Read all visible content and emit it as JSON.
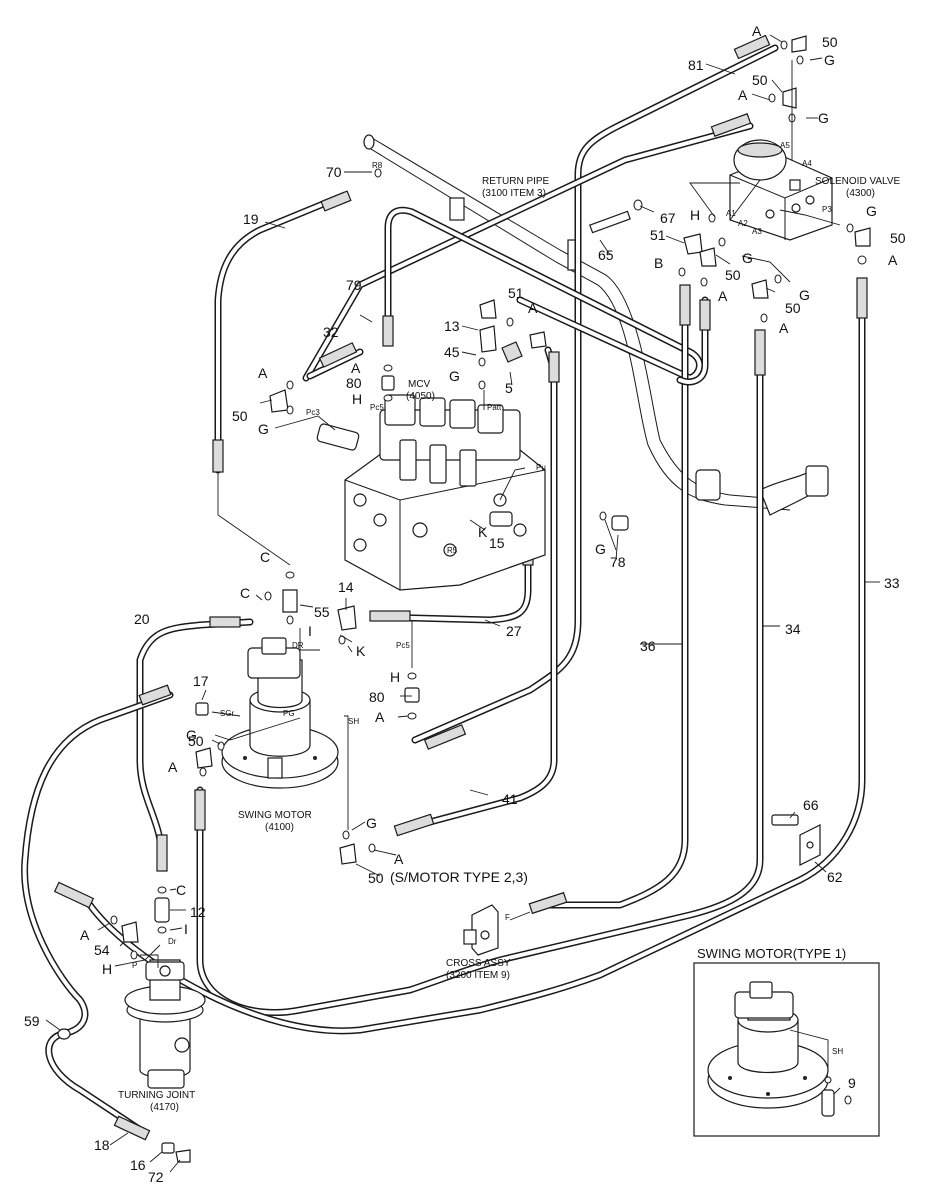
{
  "numbers": {
    "n50a": "50",
    "n81": "81",
    "n50b": "50",
    "n70": "70",
    "n19": "19",
    "n67": "67",
    "n51a": "51",
    "n50c": "50",
    "n65": "65",
    "n50d": "50",
    "n79": "79",
    "n51b": "51",
    "n32": "32",
    "n13": "13",
    "n45": "45",
    "n5": "5",
    "n80a": "80",
    "n50e": "50",
    "n15": "15",
    "n78": "78",
    "n14": "14",
    "n55": "55",
    "n20": "20",
    "n27": "27",
    "n36": "36",
    "n34": "34",
    "n33": "33",
    "n17": "17",
    "n80b": "80",
    "n50f": "50",
    "n41": "41",
    "n66": "66",
    "n62": "62",
    "n50g": "50",
    "n12": "12",
    "n54": "54",
    "n59": "59",
    "n18": "18",
    "n16": "16",
    "n72": "72",
    "n9": "9"
  },
  "letters": {
    "A1": "A",
    "G1": "G",
    "A2": "A",
    "G2": "G",
    "H1": "H",
    "G3": "G",
    "A3": "A",
    "B1": "B",
    "A4": "A",
    "G4": "G",
    "A5": "A",
    "A6": "A",
    "A7": "A",
    "H2": "H",
    "G5": "G",
    "A8": "A",
    "G6": "G",
    "C1": "C",
    "C2": "C",
    "I1": "I",
    "K1": "K",
    "G7": "G",
    "H3": "H",
    "A9": "A",
    "G8": "G",
    "A10": "A",
    "A11": "A",
    "C3": "C",
    "I2": "I",
    "H4": "H",
    "G9": "G",
    "A12": "A",
    "K2": "K"
  },
  "ports": {
    "r8": "R8",
    "a5": "A5",
    "a4": "A4",
    "a1": "A1",
    "a2": "A2",
    "a3": "A3",
    "p3": "P3",
    "pc3": "Pc3",
    "pc5": "Pc5",
    "patt": "Patt",
    "pu": "Pu",
    "r5": "R5",
    "dr": "DR",
    "sgr": "SGr",
    "pg": "PG",
    "sh": "SH",
    "dr2": "Dr",
    "p": "P",
    "f": "F",
    "sh2": "SH",
    "pc5b": "Pc5"
  },
  "callouts": {
    "return_pipe_1": "RETURN PIPE",
    "return_pipe_2": "(3100 ITEM 3)",
    "solenoid_1": "SOLENOID VALVE",
    "solenoid_2": "(4300)",
    "mcv_1": "MCV",
    "mcv_2": "(4050)",
    "swing_motor_1": "SWING MOTOR",
    "swing_motor_2": "(4100)",
    "smotor_type": "(S/MOTOR TYPE 2,3)",
    "cross_assy_1": "CROSS ASSY",
    "cross_assy_2": "(3200 ITEM 9)",
    "turning_joint_1": "TURNING JOINT",
    "turning_joint_2": "(4170)",
    "inset_title": "SWING MOTOR(TYPE 1)"
  }
}
